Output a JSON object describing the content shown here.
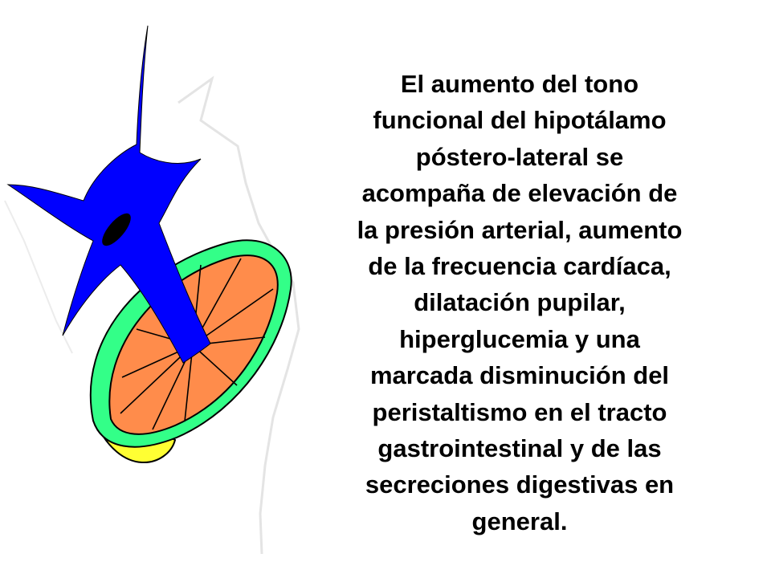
{
  "slide": {
    "text_lines": [
      "El aumento del tono",
      "funcional del hipotálamo",
      "póstero-lateral se",
      "acompaña de elevación de",
      "la presión arterial, aumento",
      "de la frecuencia cardíaca,",
      "dilatación pupilar,",
      "hiperglucemia y una",
      "marcada disminución del",
      "peristaltismo en el tracto",
      "gastrointestinal y de las",
      "secreciones digestivas en",
      "general."
    ]
  },
  "illustration": {
    "subjects": [
      "neuron-icon",
      "orange-slice-icon"
    ],
    "colors": {
      "neuron_body": "#0000ff",
      "nucleus": "#000000",
      "orange_pulp": "#ff8c4b",
      "orange_rind_inner": "#33ff88",
      "orange_rind_edge": "#ffff33",
      "outline": "#000000"
    }
  }
}
